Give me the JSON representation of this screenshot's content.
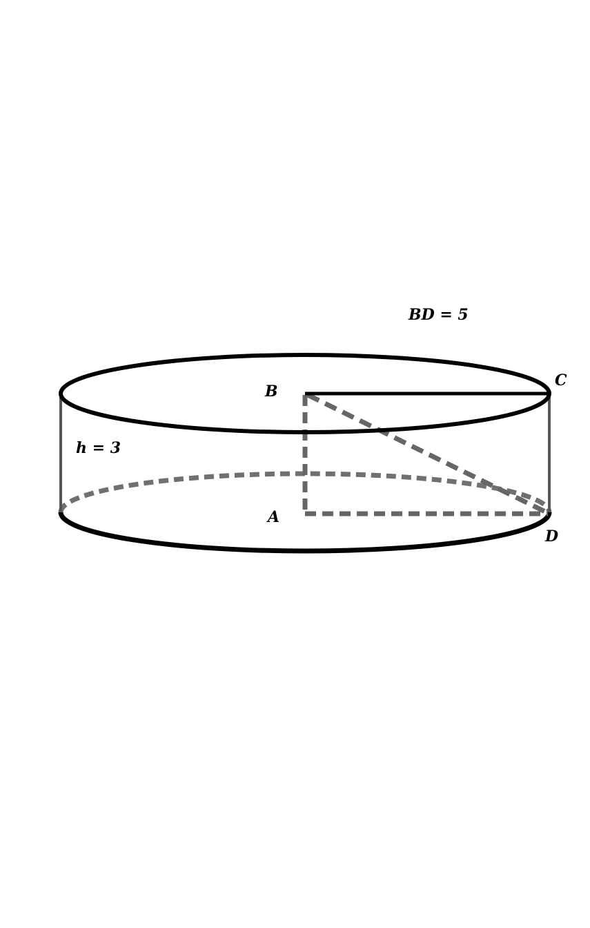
{
  "diagram": {
    "labels": {
      "b": "B",
      "c": "C",
      "a": "A",
      "d": "D",
      "height": "h = 3",
      "bd": "BD = 5"
    },
    "colors": {
      "solid": "#000000",
      "hidden": "#666666",
      "side": "#555555"
    }
  }
}
